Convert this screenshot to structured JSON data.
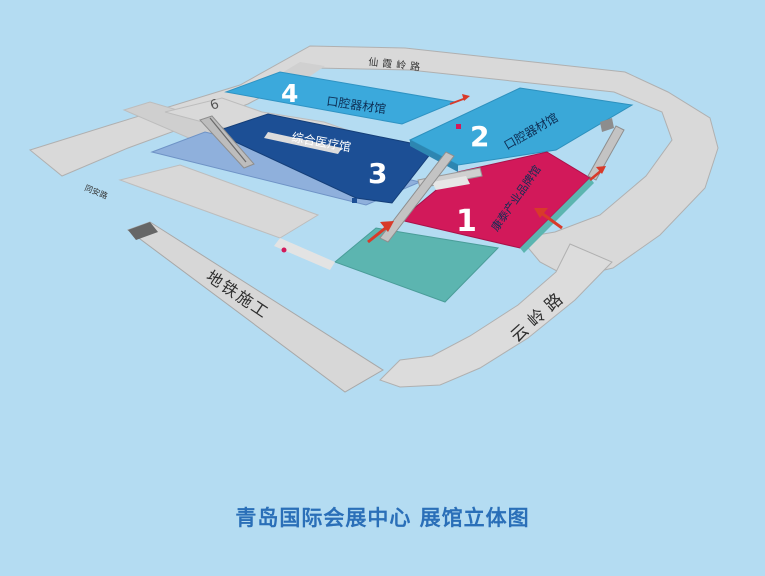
{
  "roads": {
    "top": "仙霞岭路",
    "left": "同安路",
    "diagonal": "地铁施工",
    "right": "云岭路"
  },
  "halls": [
    {
      "number": "1",
      "name": "康泰产业品牌馆",
      "color": "#d2195a"
    },
    {
      "number": "2",
      "name": "口腔器材馆",
      "color": "#3aa8d8"
    },
    {
      "number": "3",
      "name": "综合医疗馆",
      "color": "#1c4f95"
    },
    {
      "number": "4",
      "name": "口腔器材馆",
      "color": "#3ba9dc"
    }
  ],
  "small_hall_number": "6",
  "caption": "青岛国际会展中心 展馆立体图",
  "colors": {
    "background": "#b4dcf2",
    "road": "#d9d9d9",
    "road_edge": "#a9a9a9",
    "arrows": "#d83a2a",
    "caption": "#2a6fb8"
  },
  "icons": [
    "entrance-arrow-icon",
    "escalator-icon"
  ]
}
